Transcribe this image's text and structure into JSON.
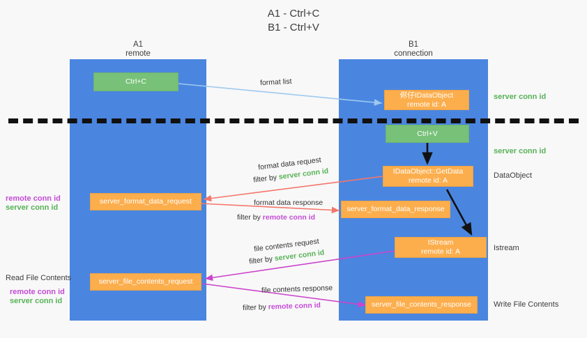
{
  "title": {
    "line1": "A1 - Ctrl+C",
    "line2": "B1 - Ctrl+V"
  },
  "lanes": [
    {
      "name": "A1",
      "sub": "remote",
      "color": "#4a86e0"
    },
    {
      "name": "B1",
      "sub": "connection",
      "color": "#4a86e0"
    }
  ],
  "colors": {
    "lane": "#4a86e0",
    "green_box": "#77c178",
    "orange_box": "#fcae4d",
    "server_conn_id": "#57b257",
    "remote_conn_id": "#c44bd6",
    "arrow_format_list": "#9ec9ee",
    "arrow_format_data": "#f4766b",
    "arrow_file_contents": "#cc44cc",
    "arrow_black": "#111111"
  },
  "nodes": {
    "ctrl_c": {
      "line1": "Ctrl+C",
      "line2": ""
    },
    "idataobject": {
      "line1": "侭仔IDataObject",
      "line2": "remote id: A"
    },
    "ctrl_v": {
      "line1": "Ctrl+V",
      "line2": ""
    },
    "getdata": {
      "line1": "IDataObject::GetData",
      "line2": "remote id: A"
    },
    "server_format_data_request": {
      "line1": "server_format_data_request",
      "line2": ""
    },
    "server_format_data_response": {
      "line1": "server_format_data_response",
      "line2": ""
    },
    "istream": {
      "line1": "IStream",
      "line2": "remote id: A"
    },
    "server_file_contents_request": {
      "line1": "server_file_contents_request",
      "line2": ""
    },
    "server_file_contents_response": {
      "line1": "server_file_contents_response",
      "line2": ""
    }
  },
  "right_labels": {
    "server_conn_id_top": "server conn id",
    "server_conn_id_mid": "server conn id",
    "dataobject": "DataObject",
    "istream": "Istream",
    "write_file_contents": "Write File Contents"
  },
  "left_labels": {
    "remote_conn_id_1": "remote conn id",
    "server_conn_id_1": "server conn id",
    "read_file_contents": "Read File Contents",
    "remote_conn_id_2": "remote conn id",
    "server_conn_id_2": "server conn id"
  },
  "edge_labels": {
    "format_list": "format list",
    "format_data_request": "format data request",
    "format_data_request_filter_prefix": "filter by ",
    "format_data_request_filter_value": "server conn id",
    "format_data_response": "format data response",
    "format_data_response_filter_prefix": "filter by ",
    "format_data_response_filter_value": "remote conn id",
    "file_contents_request": "file contents request",
    "file_contents_request_filter_prefix": "filter by ",
    "file_contents_request_filter_value": "server conn id",
    "file_contents_response": "file contents response",
    "file_contents_response_filter_prefix": "filter by ",
    "file_contents_response_filter_value": "remote conn id"
  }
}
